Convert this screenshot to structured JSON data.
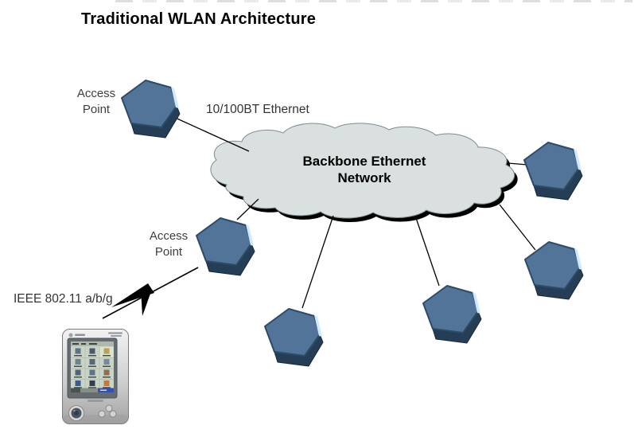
{
  "title": "Traditional WLAN Architecture",
  "cloud": {
    "label_lines": [
      "Backbone Ethernet",
      "Network"
    ]
  },
  "connections": {
    "wired_label": "10/100BT Ethernet",
    "wireless_label": "IEEE 802.11 a/b/g"
  },
  "access_points": [
    {
      "label_lines": [
        "Access",
        "Point"
      ]
    },
    {
      "label_lines": [
        "Access",
        "Point"
      ]
    }
  ],
  "icons": {
    "network_node": "hexagon-3d-node",
    "wireless_link": "lightning-bolt",
    "client_device": "pda-handheld"
  },
  "colors": {
    "node_face": "#527499",
    "node_side": "#263e55",
    "node_highlight": "#cfe9fb",
    "cloud_fill": "#d9e0df",
    "connector": "#000000"
  }
}
